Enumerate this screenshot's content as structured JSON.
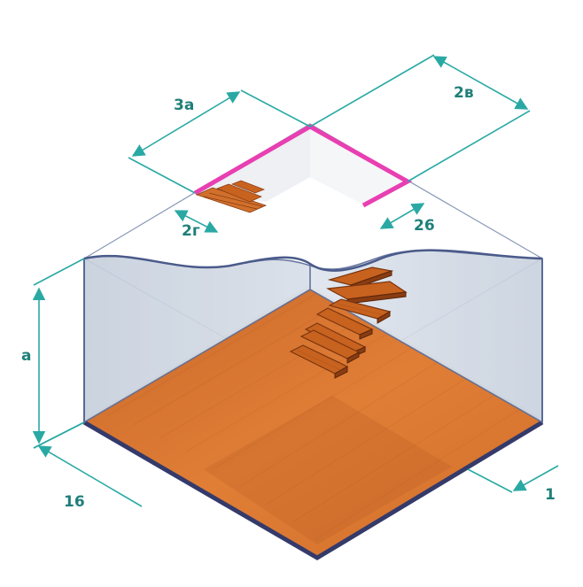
{
  "labels": {
    "top_3a": "3a",
    "top_2b": "2в",
    "top_2g": "2г",
    "top_26": "26",
    "left_a": "a",
    "bottom_16": "16",
    "bottom_1": "1"
  },
  "colors": {
    "dimension": "#2aa9a4",
    "dimension_text": "#1f7f7a",
    "opening_outline": "#e83fb2",
    "floor": "#d6742c",
    "wall": "#cdd6e2",
    "wall_edge": "#4a5a8a",
    "stairs": "#c8621f"
  },
  "icons": [
    "dimension-arrow"
  ]
}
